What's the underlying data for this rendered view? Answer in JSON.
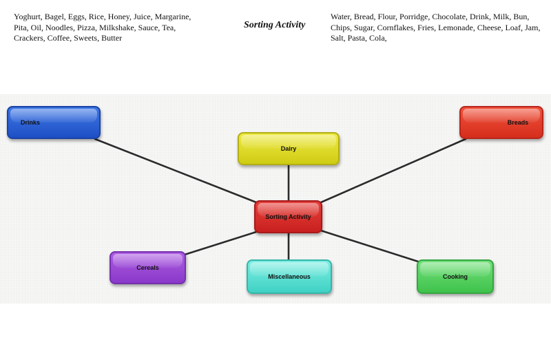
{
  "title": "Sorting Activity",
  "word_list_left": [
    "Yoghurt, Bagel, Eggs, Rice, Honey, Juice, Margarine,",
    "Pita, Oil, Noodles, Pizza, Milkshake, Sauce, Tea,",
    "Crackers, Coffee, Sweets, Butter"
  ],
  "word_list_right": [
    "Water,  Bread, Flour, Porridge, Chocolate, Drink, Milk, Bun,",
    "Chips, Sugar, Cornflakes, Fries, Lemonade, Cheese, Loaf, Jam,",
    "Salt, Pasta, Cola,"
  ],
  "diagram": {
    "center": {
      "label": "Sorting Activity",
      "color": "#d8302c"
    },
    "categories": [
      {
        "label": "Drinks",
        "color": "#2a5fd6"
      },
      {
        "label": "Breads",
        "color": "#e43f2c"
      },
      {
        "label": "Dairy",
        "color": "#e0dc2a"
      },
      {
        "label": "Cereals",
        "color": "#9b49d6"
      },
      {
        "label": "Miscellaneous",
        "color": "#5de0d4"
      },
      {
        "label": "Cooking",
        "color": "#56d160"
      }
    ]
  }
}
